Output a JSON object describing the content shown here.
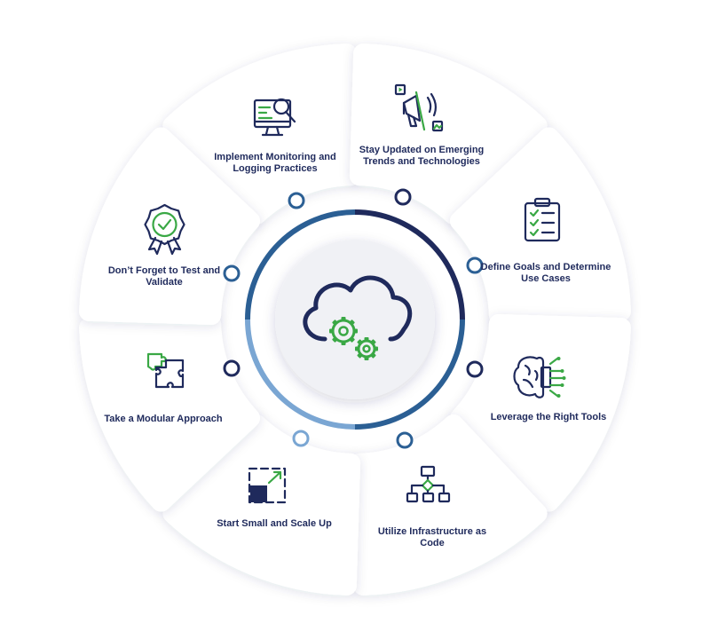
{
  "colors": {
    "navy": "#1f2a5c",
    "green": "#3aa845",
    "blue": "#2b5f94",
    "light_blue": "#7aa6d3",
    "card_bg": "#ffffff",
    "center_bg": "#f0f1f5"
  },
  "center": {
    "icon": "cloud-gears-icon"
  },
  "segments": [
    {
      "label": "Implement Monitoring and Logging Practices",
      "icon": "monitor-magnifier-icon"
    },
    {
      "label": "Stay Updated on Emerging Trends and Technologies",
      "icon": "megaphone-icon"
    },
    {
      "label": "Define Goals and Determine Use Cases",
      "icon": "clipboard-checklist-icon"
    },
    {
      "label": "Leverage the Right Tools",
      "icon": "brain-circuit-icon"
    },
    {
      "label": "Utilize Infrastructure as Code",
      "icon": "flowchart-icon"
    },
    {
      "label": "Start Small and Scale Up",
      "icon": "scale-up-icon"
    },
    {
      "label": "Take a Modular Approach",
      "icon": "puzzle-icon"
    },
    {
      "label": "Don’t Forget to Test and Validate",
      "icon": "check-badge-icon"
    }
  ]
}
